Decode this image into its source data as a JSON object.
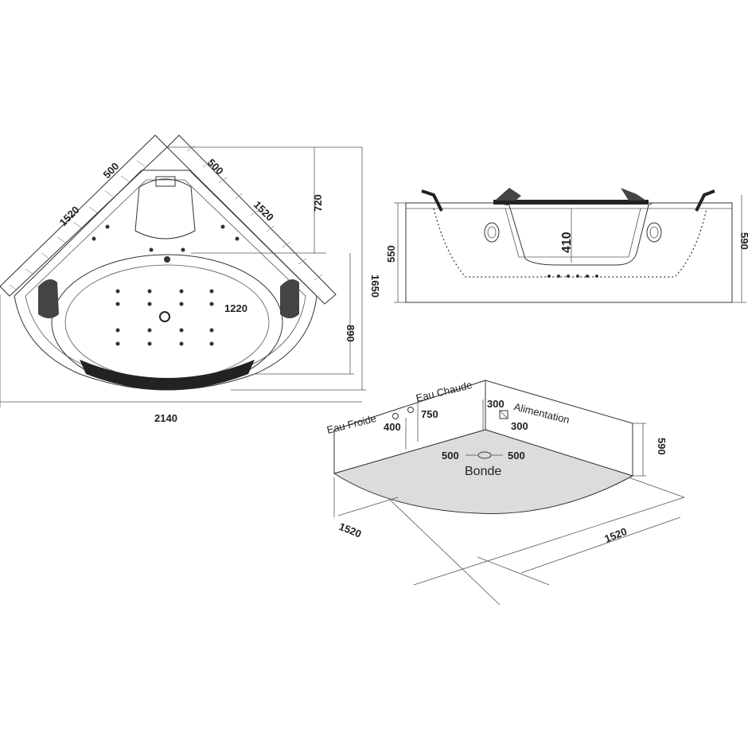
{
  "top_view": {
    "edge_left": "1520",
    "edge_right": "1520",
    "step_left": "500",
    "step_right": "500",
    "depth_head": "720",
    "depth_total": "1650",
    "basin_depth": "890",
    "basin_width": "1220",
    "overall_width": "2140"
  },
  "side_view": {
    "height_left": "550",
    "seat_depth": "410",
    "height_right": "590"
  },
  "install_view": {
    "cold_water": "Eau Froide",
    "hot_water": "Eau Chaude",
    "supply": "Alimentation",
    "cold_height": "400",
    "hot_height": "750",
    "supply_offset_a": "300",
    "supply_offset_b": "300",
    "drain": "Bonde",
    "drain_left": "500",
    "drain_right": "500",
    "height": "590",
    "side_left": "1520",
    "side_right": "1520"
  }
}
